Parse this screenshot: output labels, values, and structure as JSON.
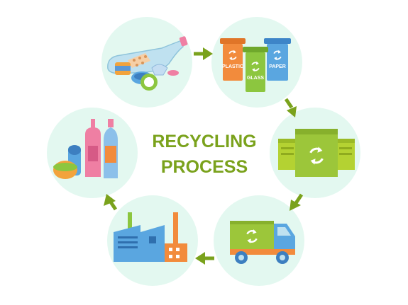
{
  "title": {
    "line1": "RECYCLING",
    "line2": "PROCESS"
  },
  "bins": {
    "plastic": "PLASTIC",
    "glass": "GLASS",
    "paper": "PAPER"
  },
  "steps": [
    {
      "name": "waste",
      "icon": "waste-items-icon"
    },
    {
      "name": "sorting",
      "icon": "sorting-bins-icon"
    },
    {
      "name": "recycling-plant",
      "icon": "recycling-plant-icon"
    },
    {
      "name": "transport",
      "icon": "garbage-truck-icon"
    },
    {
      "name": "factory",
      "icon": "factory-icon"
    },
    {
      "name": "new-products",
      "icon": "new-products-icon"
    }
  ],
  "colors": {
    "circle_fill": "#e3f8f0",
    "arrow": "#7aa21c",
    "title": "#7aa21c",
    "green": "#8cc63f",
    "blue": "#5aa6e0",
    "orange": "#f28b3c",
    "pink": "#ef7fa3"
  }
}
